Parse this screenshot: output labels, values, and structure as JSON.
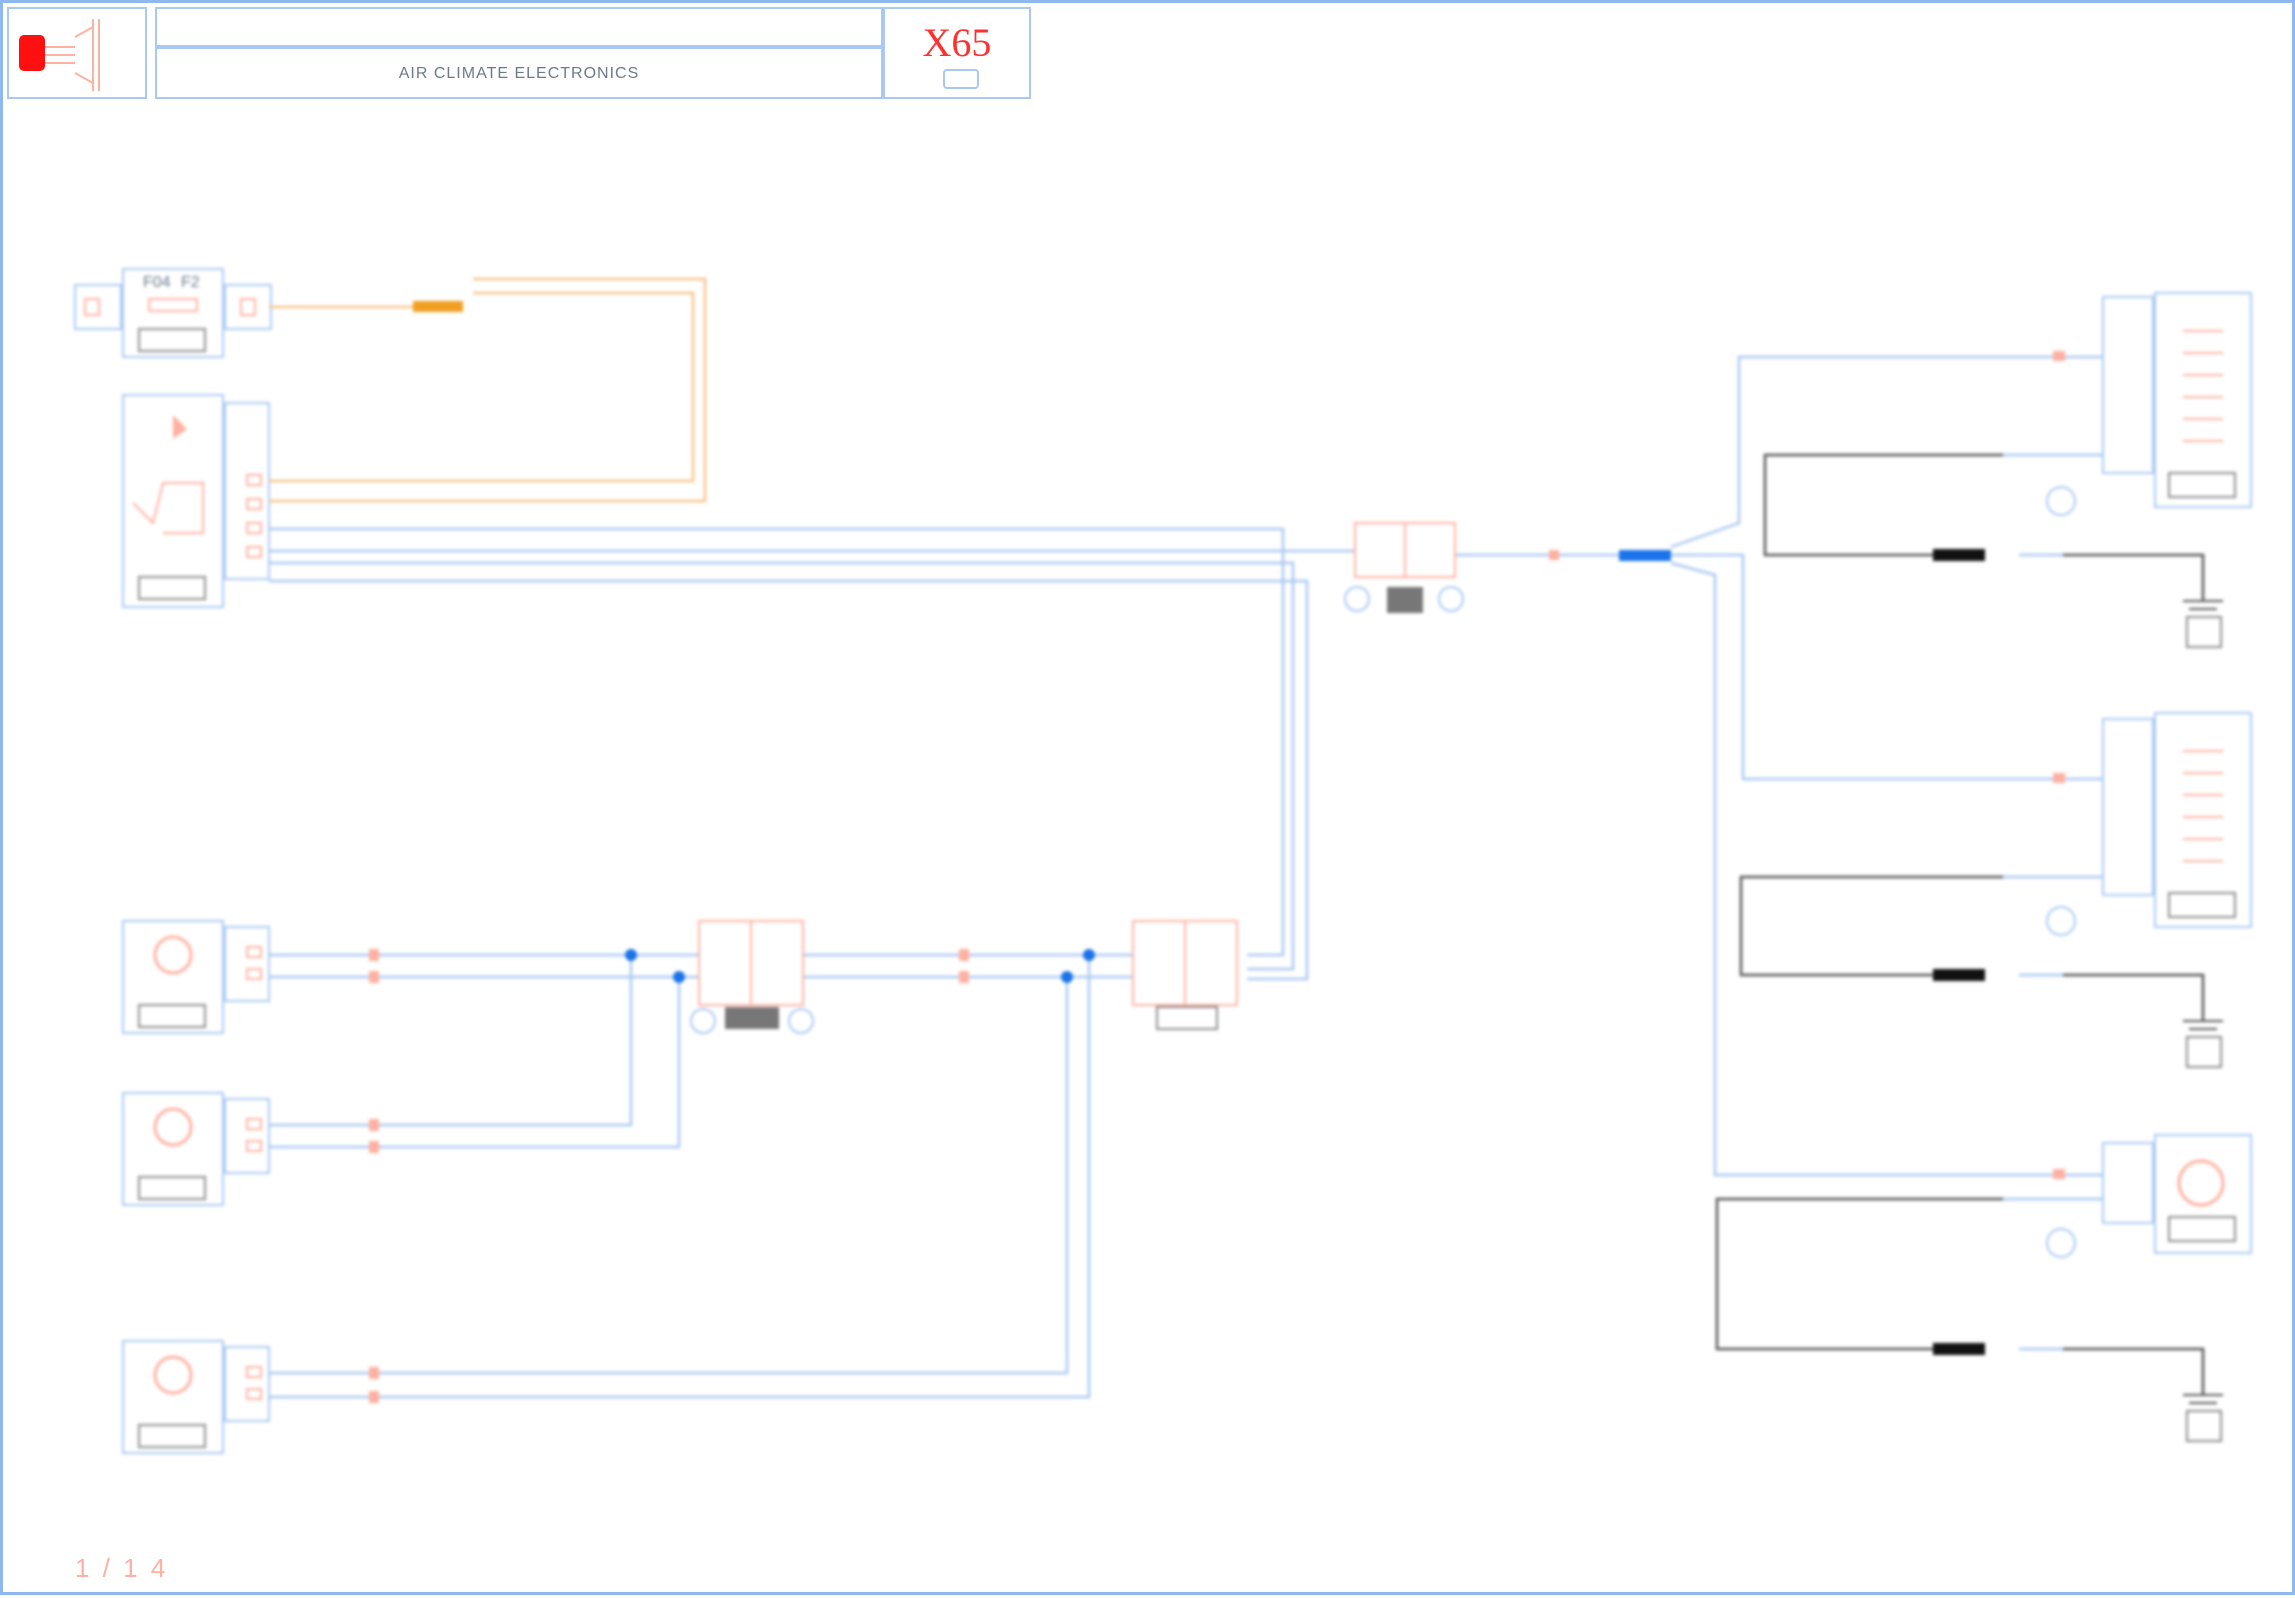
{
  "title_block": {
    "title": "AIR CLIMATE ELECTRONICS",
    "diagram_code": "X65"
  },
  "page_number": "1 / 1 4",
  "components": [
    {
      "id": "fuse-block",
      "label": "F04",
      "label2": "F2",
      "icon": "fuse-icon"
    },
    {
      "id": "climate-control-unit",
      "label": "",
      "icon": "control-unit-icon"
    },
    {
      "id": "connector-mid-top",
      "label": "",
      "icon": "connector-icon"
    },
    {
      "id": "connector-mid-left",
      "label": "",
      "icon": "connector-icon"
    },
    {
      "id": "connector-mid-right",
      "label": "",
      "icon": "connector-icon"
    },
    {
      "id": "sensor-1",
      "label": "",
      "icon": "sensor-icon"
    },
    {
      "id": "sensor-2",
      "label": "",
      "icon": "sensor-icon"
    },
    {
      "id": "sensor-3",
      "label": "",
      "icon": "sensor-icon"
    },
    {
      "id": "actuator-1",
      "label": "",
      "icon": "actuator-icon"
    },
    {
      "id": "actuator-2",
      "label": "",
      "icon": "actuator-icon"
    },
    {
      "id": "motor-1",
      "label": "",
      "icon": "motor-icon"
    }
  ],
  "colors": {
    "wire": "#a9c8f3",
    "wire_orange": "#f6c48a",
    "splice_orange": "#f0a020",
    "splice_blue": "#1a73e8",
    "ground_wire": "#555555",
    "component": "#ffb0a0",
    "title_red": "#ff3030"
  }
}
